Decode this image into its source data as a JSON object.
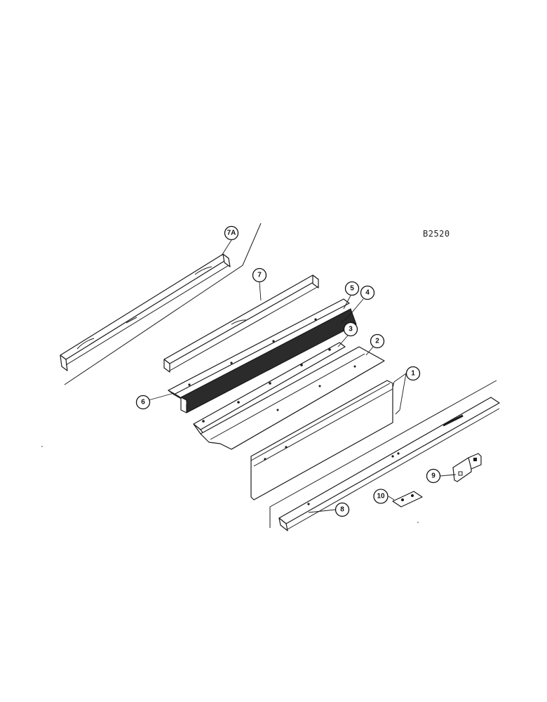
{
  "drawing": {
    "code": "B2520",
    "callouts": [
      {
        "id": "7A"
      },
      {
        "id": "7"
      },
      {
        "id": "5"
      },
      {
        "id": "4"
      },
      {
        "id": "3"
      },
      {
        "id": "2"
      },
      {
        "id": "1"
      },
      {
        "id": "6"
      },
      {
        "id": "9"
      },
      {
        "id": "10"
      },
      {
        "id": "8"
      }
    ]
  }
}
